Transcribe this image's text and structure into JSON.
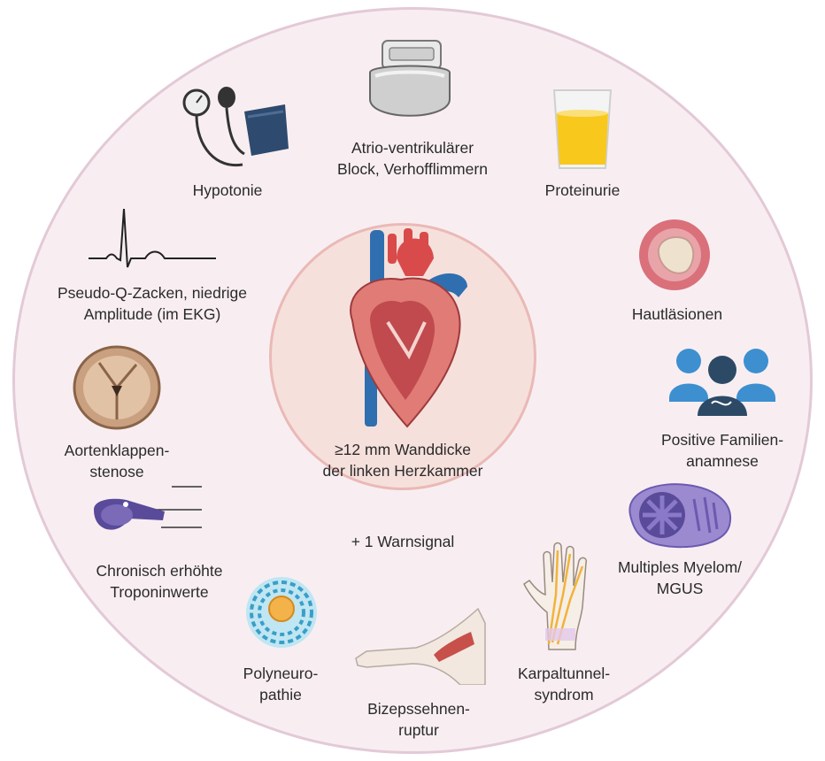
{
  "center": {
    "line1": "≥12 mm Wanddicke",
    "line2": "der linken Herzkammer",
    "warn": "+ 1 Warnsignal"
  },
  "signs": {
    "avblock": {
      "l1": "Atrio-ventrikulärer",
      "l2": "Block, Verhofflimmern"
    },
    "hypotonie": {
      "l1": "Hypotonie"
    },
    "proteinurie": {
      "l1": "Proteinurie"
    },
    "ekg": {
      "l1": "Pseudo-Q-Zacken, niedrige",
      "l2": "Amplitude (im EKG)"
    },
    "haut": {
      "l1": "Hautläsionen"
    },
    "aorten": {
      "l1": "Aortenklappen-",
      "l2": "stenose"
    },
    "familie": {
      "l1": "Positive Familien-",
      "l2": "anamnese"
    },
    "troponin": {
      "l1": "Chronisch erhöhte",
      "l2": "Troponinwerte"
    },
    "myelom": {
      "l1": "Multiples Myelom/",
      "l2": "MGUS"
    },
    "polyneuro": {
      "l1": "Polyneuro-",
      "l2": "pathie"
    },
    "bizeps": {
      "l1": "Bizepssehnen-",
      "l2": "ruptur"
    },
    "karpal": {
      "l1": "Karpaltunnel-",
      "l2": "syndrom"
    }
  }
}
